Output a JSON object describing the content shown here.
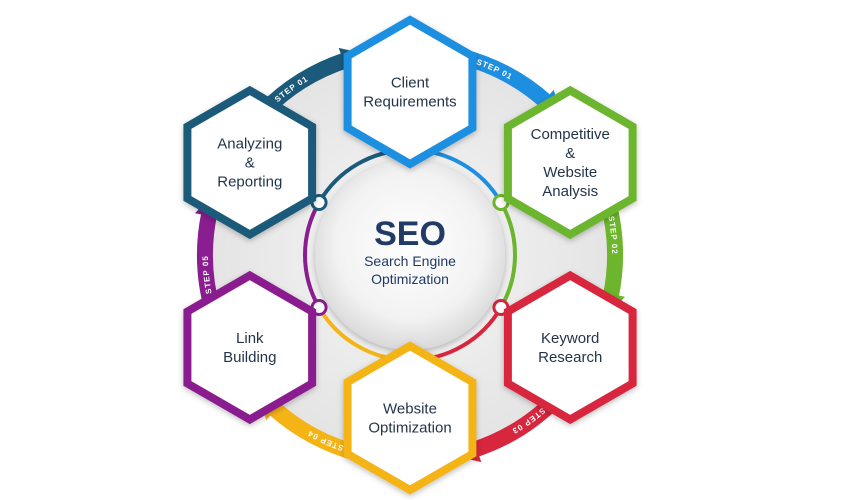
{
  "center": {
    "title": "SEO",
    "subtitle_line1": "Search Engine",
    "subtitle_line2": "Optimization"
  },
  "nodes": [
    {
      "name": "client-requirements",
      "lines": [
        "Client",
        "Requirements"
      ],
      "color": "#1e8fe0"
    },
    {
      "name": "competitive-analysis",
      "lines": [
        "Competitive",
        "&",
        "Website",
        "Analysis"
      ],
      "color": "#6cb52d"
    },
    {
      "name": "keyword-research",
      "lines": [
        "Keyword",
        "Research"
      ],
      "color": "#d7263d"
    },
    {
      "name": "website-optimization",
      "lines": [
        "Website",
        "Optimization"
      ],
      "color": "#f5b416"
    },
    {
      "name": "link-building",
      "lines": [
        "Link",
        "Building"
      ],
      "color": "#8a1d8f"
    },
    {
      "name": "analyzing-reporting",
      "lines": [
        "Analyzing",
        "&",
        "Reporting"
      ],
      "color": "#1b5a7a"
    }
  ],
  "steps": [
    {
      "label": "STEP 01",
      "color": "#1b5a7a"
    },
    {
      "label": "STEP 01",
      "color": "#1e8fe0"
    },
    {
      "label": "STEP 02",
      "color": "#6cb52d"
    },
    {
      "label": "STEP 03",
      "color": "#d7263d"
    },
    {
      "label": "STEP 04",
      "color": "#f5b416"
    },
    {
      "label": "STEP 05",
      "color": "#8a1d8f"
    }
  ],
  "colors": {
    "text": "#24344a",
    "center_text": "#1f3b66"
  }
}
